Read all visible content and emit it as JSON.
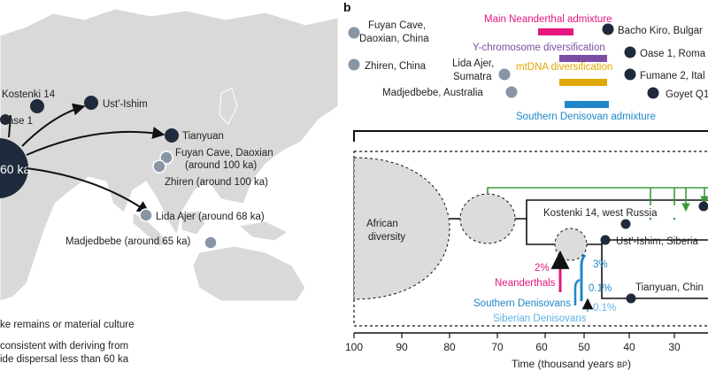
{
  "panel_a": {
    "center_label": "60 ka",
    "sites": [
      {
        "label": "Kostenki 14",
        "kind": "dark"
      },
      {
        "label": "Oase 1",
        "kind": "dark"
      },
      {
        "label": "Ust'-Ishim",
        "kind": "dark"
      },
      {
        "label": "Tianyuan",
        "kind": "dark"
      },
      {
        "label": "Fuyan Cave, Daoxian",
        "line2": "(around 100 ka)",
        "kind": "grey"
      },
      {
        "label": "Zhiren (around 100 ka)",
        "kind": "grey"
      },
      {
        "label": "Lida Ajer (around 68 ka)",
        "kind": "grey"
      },
      {
        "label": "Madjedbebe (around 65 ka)",
        "kind": "grey"
      }
    ],
    "legend": [
      {
        "text": "ke remains or material culture"
      },
      {
        "line1": "consistent with deriving from",
        "line2": "ide dispersal less than 60 ka"
      }
    ]
  },
  "panel_b": {
    "label": "b",
    "grey_sites": [
      {
        "line1": "Fuyan Cave,",
        "line2": "Daoxian, China"
      },
      {
        "line1": "Zhiren, China"
      },
      {
        "line1": "Lida Ajer,",
        "line2": "Sumatra"
      },
      {
        "line1": "Madjedbebe, Australia"
      }
    ],
    "dark_sites": [
      {
        "label": "Bacho Kiro, Bulgar"
      },
      {
        "label": "Oase 1, Roma"
      },
      {
        "label": "Fumane 2, Ital"
      },
      {
        "label": "Goyet Q1"
      }
    ],
    "events": [
      {
        "label": "Main Neanderthal admixture",
        "color": "#e5177e"
      },
      {
        "label": "Y-chromosome diversification",
        "color": "#7b4ea3"
      },
      {
        "label": "mtDNA diversification",
        "color": "#e0a800"
      },
      {
        "label": "Southern Denisovan admixture",
        "color": "#1e88c9"
      }
    ],
    "tree": {
      "african_diversity": [
        "African",
        "diversity"
      ],
      "branches": [
        "Kostenki 14, west Russia",
        "Ust'-Ishim, Siberia",
        "Tianyuan, Chin"
      ],
      "admixture": [
        {
          "pct": "2%",
          "source": "Neanderthals",
          "color": "#e5177e"
        },
        {
          "pct": "3%",
          "source": "",
          "color": "#1e88c9"
        },
        {
          "pct": "0.1%",
          "source": "Southern Denisovans",
          "color": "#1e88c9"
        },
        {
          "pct": "0.1%",
          "source": "Siberian Denisovans",
          "color": "#5ab4e8"
        }
      ]
    },
    "axis": {
      "ticks": [
        "100",
        "90",
        "80",
        "70",
        "60",
        "50",
        "40",
        "30"
      ],
      "title": "Time (thousand years ",
      "title_bp": "BP",
      "title_end": ")"
    }
  },
  "colors": {
    "map_land": "#d9d9d9",
    "map_border": "#ffffff",
    "dark_site": "#1f2a3c",
    "grey_site": "#8895a5",
    "green": "#3a9a3a"
  }
}
